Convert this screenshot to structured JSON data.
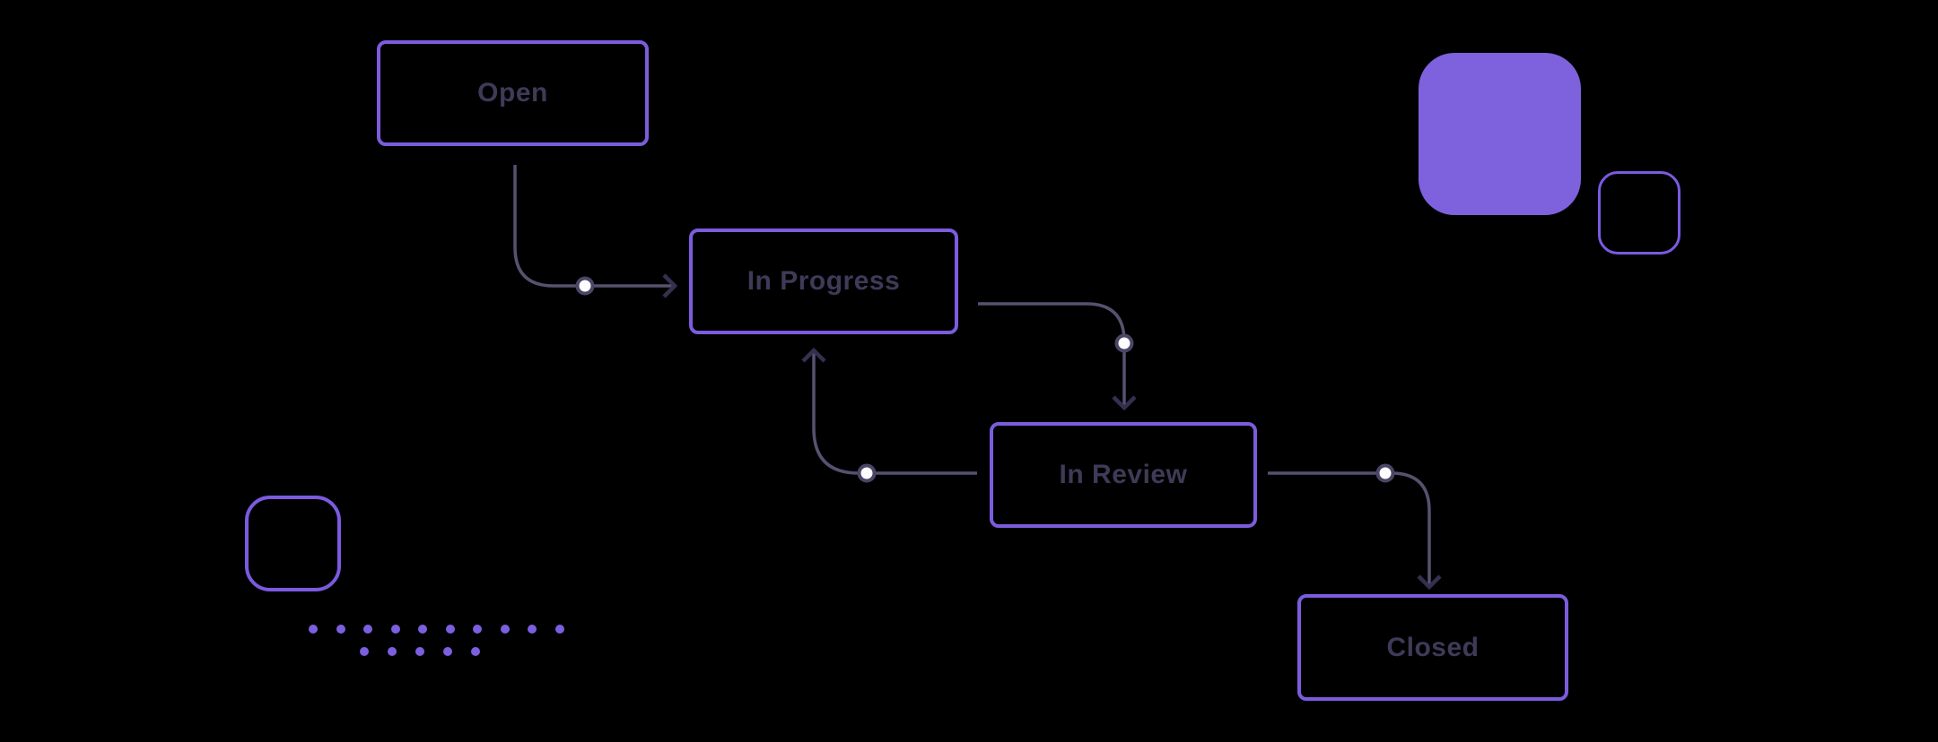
{
  "palette": {
    "canvas_bg": "#000000",
    "node_border": "#7C5CDC",
    "node_label": "#3E3A57",
    "edge_line": "#57516F",
    "arrowhead": "#34304F",
    "connector_fill": "#FDFDFE",
    "connector_stroke": "#4B4566",
    "accent_fill": "#7E61DC",
    "accent_outline": "#7B5AE0",
    "dot_grid": "#7C5FE0"
  },
  "diagram": {
    "type": "flowchart",
    "nodes": [
      {
        "id": "open",
        "label": "Open"
      },
      {
        "id": "in_progress",
        "label": "In Progress"
      },
      {
        "id": "in_review",
        "label": "In Review"
      },
      {
        "id": "closed",
        "label": "Closed"
      }
    ],
    "edges": [
      {
        "from": "open",
        "to": "in_progress"
      },
      {
        "from": "in_progress",
        "to": "in_review"
      },
      {
        "from": "in_review",
        "to": "in_progress"
      },
      {
        "from": "in_review",
        "to": "closed"
      }
    ]
  },
  "decorations": {
    "dot_rows": [
      {
        "count": 10
      },
      {
        "count": 5
      }
    ]
  }
}
